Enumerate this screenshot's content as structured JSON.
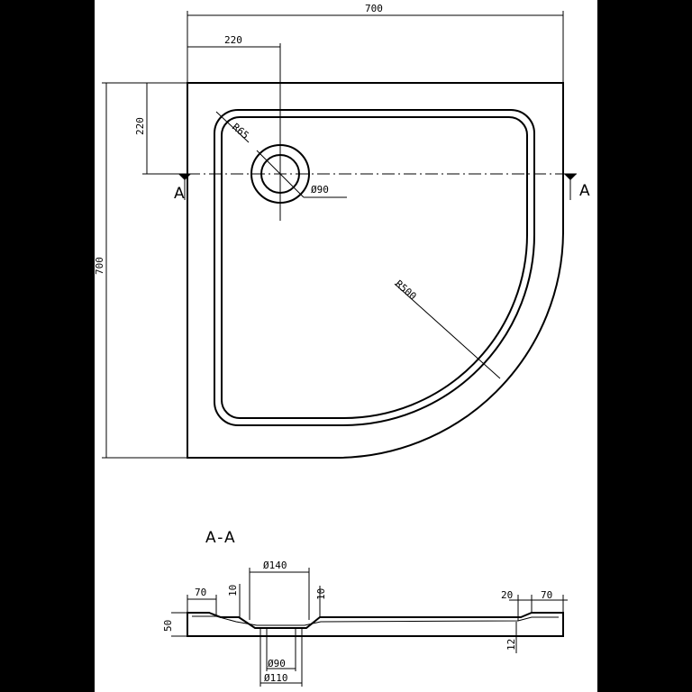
{
  "plan": {
    "dim_width": "700",
    "dim_height": "700",
    "dim_drain_x": "220",
    "dim_drain_y": "220",
    "corner_radius": "R65",
    "arc_radius": "R500",
    "drain_diameter": "Ø90",
    "section_mark": "A"
  },
  "section": {
    "title": "A-A",
    "dim_outer_bowl": "Ø140",
    "dim_inner_drain": "Ø90",
    "dim_outer_drain": "Ø110",
    "dim_left_rim": "70",
    "dim_right_rim": "70",
    "dim_right_step": "20",
    "dim_height": "50",
    "dim_depth_left": "10",
    "dim_depth_right": "10",
    "dim_bottom_right": "12"
  }
}
